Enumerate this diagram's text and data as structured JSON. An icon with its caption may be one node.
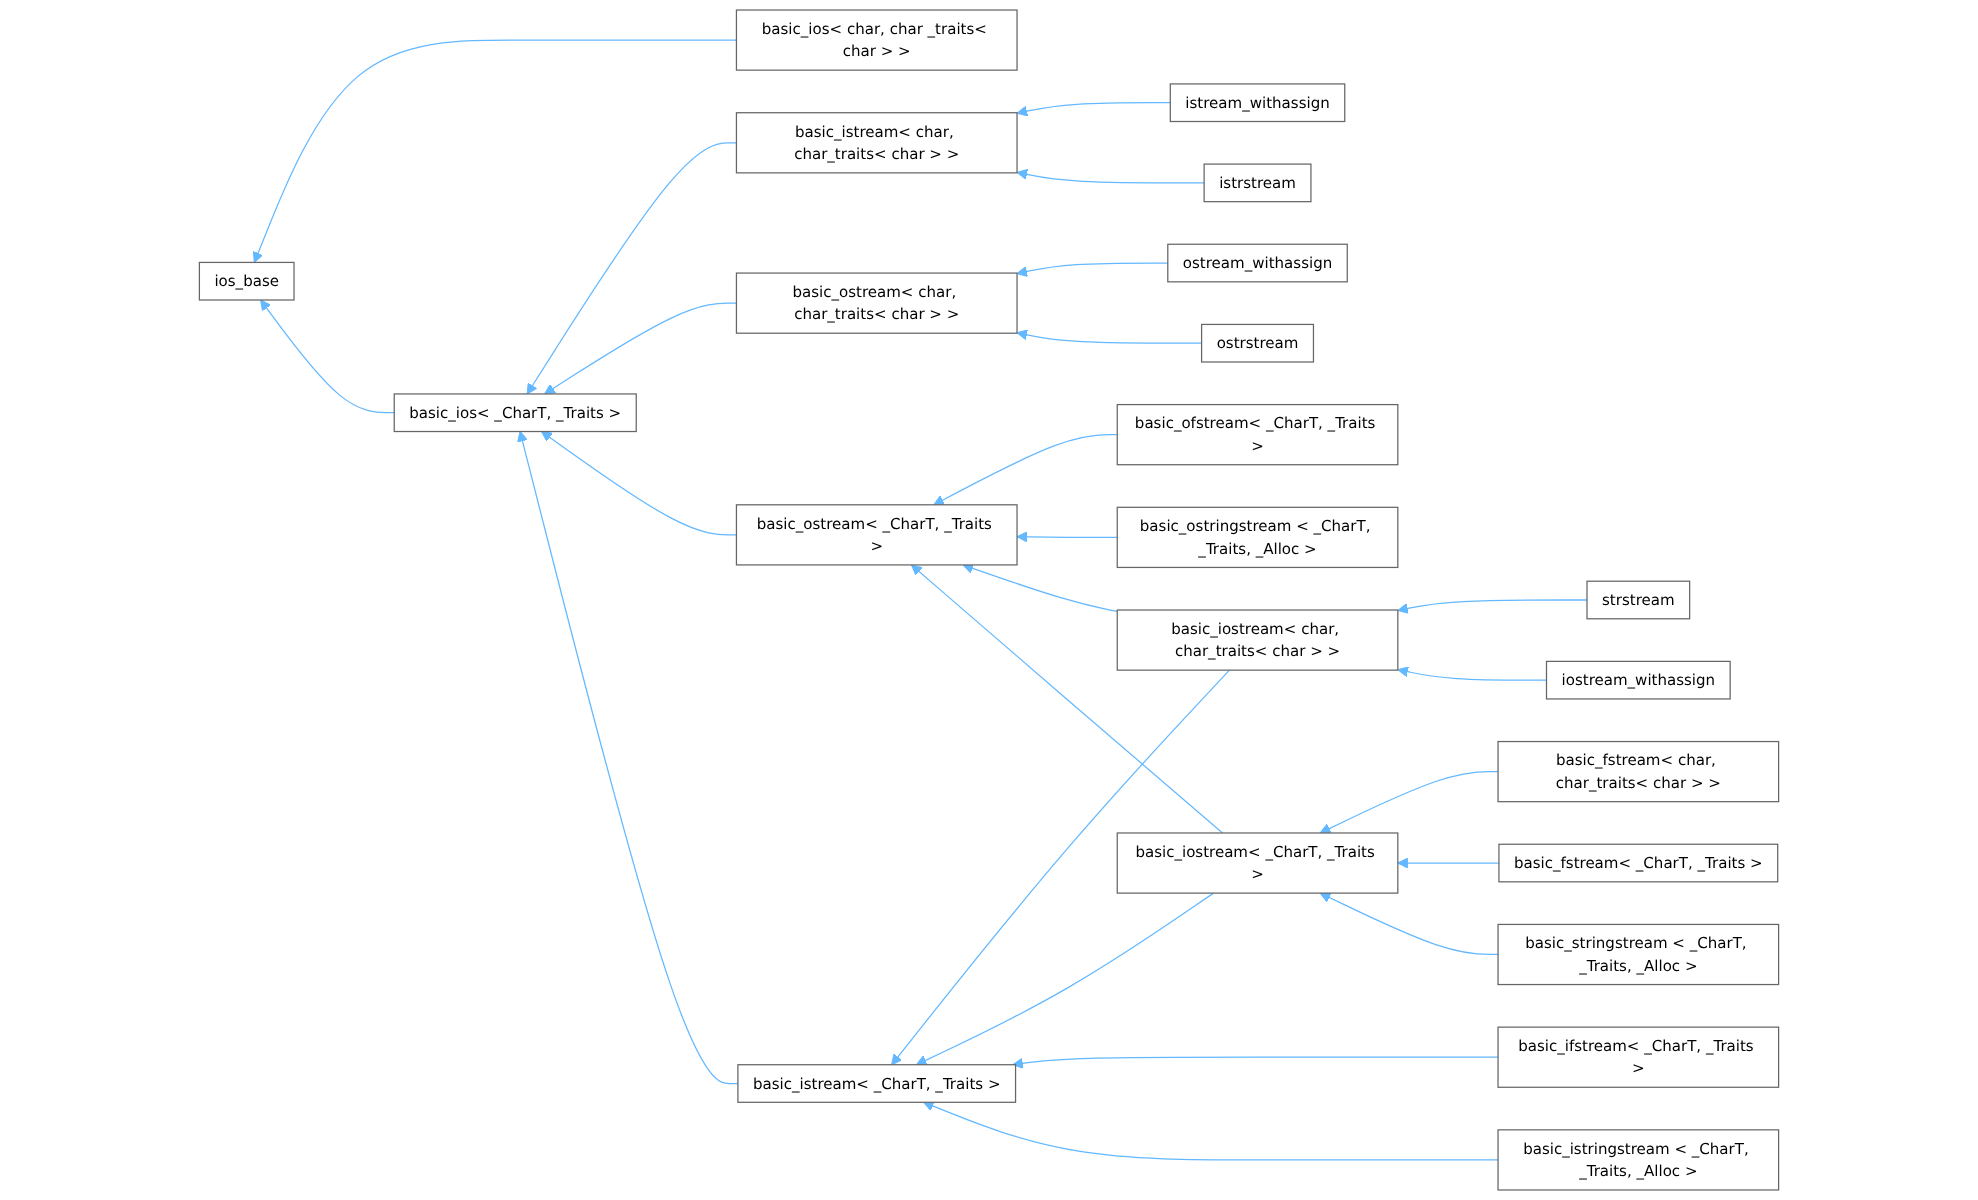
{
  "diagram": {
    "nodes": [
      {
        "text": [
          "ios_base"
        ]
      },
      {
        "text": [
          "basic_ios< char, char _traits< char > >"
        ]
      },
      {
        "text": [
          "basic_ios< _CharT, _Traits >"
        ]
      },
      {
        "text": [
          "basic_istream< char, char_traits< char > >"
        ]
      },
      {
        "text": [
          "basic_ostream< char, char_traits< char > >"
        ]
      },
      {
        "text": [
          "basic_ostream< _CharT, _Traits >"
        ]
      },
      {
        "text": [
          "basic_istream< _CharT, _Traits >"
        ]
      },
      {
        "text": [
          "istream_withassign"
        ]
      },
      {
        "text": [
          "istrstream"
        ]
      },
      {
        "text": [
          "ostream_withassign"
        ]
      },
      {
        "text": [
          "ostrstream"
        ]
      },
      {
        "text": [
          "basic_ofstream< _CharT, _Traits >"
        ]
      },
      {
        "text": [
          "basic_ostringstream < _CharT, _Traits, _Alloc >"
        ]
      },
      {
        "text": [
          "basic_iostream< char, char_traits< char > >"
        ]
      },
      {
        "text": [
          "basic_iostream< _CharT, _Traits >"
        ]
      },
      {
        "text": [
          "basic_ifstream< _CharT, _Traits >"
        ]
      },
      {
        "text": [
          "basic_istringstream < _CharT, _Traits, _Alloc >"
        ]
      },
      {
        "text": [
          "strstream"
        ]
      },
      {
        "text": [
          "iostream_withassign"
        ]
      },
      {
        "text": [
          "basic_fstream< char, char_traits< char > >"
        ]
      },
      {
        "text": [
          "basic_fstream< _CharT, _Traits >"
        ]
      },
      {
        "text": [
          "basic_stringstream < _CharT, _Traits, _Alloc >"
        ]
      }
    ],
    "edges": [
      {
        "from": 1,
        "to": 0,
        "arrow": "to"
      },
      {
        "from": 2,
        "to": 0,
        "arrow": "to"
      },
      {
        "from": 3,
        "to": 2,
        "arrow": "to"
      },
      {
        "from": 4,
        "to": 2,
        "arrow": "to"
      },
      {
        "from": 5,
        "to": 2,
        "arrow": "to"
      },
      {
        "from": 6,
        "to": 2,
        "arrow": "to"
      },
      {
        "from": 7,
        "to": 3,
        "arrow": "to"
      },
      {
        "from": 8,
        "to": 3,
        "arrow": "to"
      },
      {
        "from": 9,
        "to": 4,
        "arrow": "to"
      },
      {
        "from": 10,
        "to": 4,
        "arrow": "to"
      },
      {
        "from": 11,
        "to": 5,
        "arrow": "to"
      },
      {
        "from": 12,
        "to": 5,
        "arrow": "to"
      },
      {
        "from": 13,
        "to": 5,
        "arrow": "to"
      },
      {
        "from": 14,
        "to": 5,
        "arrow": "to"
      },
      {
        "from": 13,
        "to": 6,
        "arrow": "to"
      },
      {
        "from": 14,
        "to": 6,
        "arrow": "to"
      },
      {
        "from": 15,
        "to": 6,
        "arrow": "to"
      },
      {
        "from": 16,
        "to": 6,
        "arrow": "to"
      },
      {
        "from": 17,
        "to": 13,
        "arrow": "to"
      },
      {
        "from": 18,
        "to": 13,
        "arrow": "to"
      },
      {
        "from": 19,
        "to": 14,
        "arrow": "to"
      },
      {
        "from": 20,
        "to": 14,
        "arrow": "to"
      },
      {
        "from": 21,
        "to": 14,
        "arrow": "to"
      }
    ]
  }
}
